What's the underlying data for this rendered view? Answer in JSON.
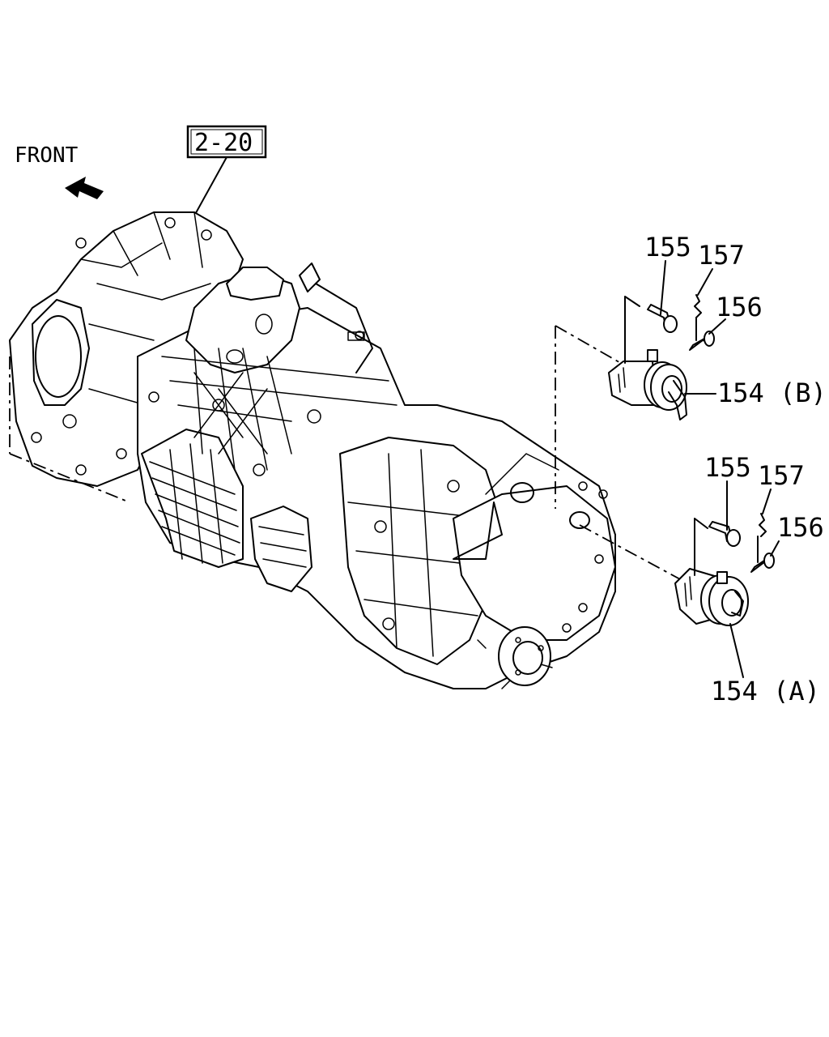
{
  "orientation": {
    "front_label": "FRONT",
    "arrow_icon": "arrow-front-icon"
  },
  "reference": {
    "box_label": "2-20"
  },
  "callouts": {
    "upper_bolt": "155",
    "upper_clip": "157",
    "upper_pin": "156",
    "upper_cylinder": "154 (B)",
    "lower_bolt": "155",
    "lower_clip": "157",
    "lower_pin": "156",
    "lower_cylinder": "154 (A)"
  },
  "colors": {
    "ink": "#000000",
    "paper": "#ffffff"
  }
}
